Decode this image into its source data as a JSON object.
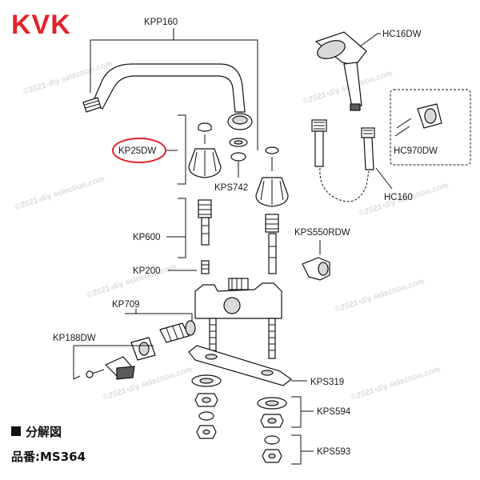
{
  "brand": {
    "logo_text": "KVK",
    "logo_color": "#e0242b"
  },
  "watermark": "©2021-diy selection.com",
  "caption": {
    "title": "分解図",
    "product_label": "品番:MS364"
  },
  "highlight_color": "#e0242b",
  "parts": [
    {
      "id": "KPP160",
      "label": "KPP160"
    },
    {
      "id": "HC16DW",
      "label": "HC16DW"
    },
    {
      "id": "KP25DW",
      "label": "KP25DW",
      "highlighted": true
    },
    {
      "id": "HC970DW",
      "label": "HC970DW"
    },
    {
      "id": "KPS742",
      "label": "KPS742"
    },
    {
      "id": "HC160",
      "label": "HC160"
    },
    {
      "id": "KP600",
      "label": "KP600"
    },
    {
      "id": "KPS550RDW",
      "label": "KPS550RDW"
    },
    {
      "id": "KP200",
      "label": "KP200"
    },
    {
      "id": "KP709",
      "label": "KP709"
    },
    {
      "id": "KP188DW",
      "label": "KP188DW"
    },
    {
      "id": "KPS319",
      "label": "KPS319"
    },
    {
      "id": "KPS594",
      "label": "KPS594"
    },
    {
      "id": "KPS593",
      "label": "KPS593"
    }
  ]
}
